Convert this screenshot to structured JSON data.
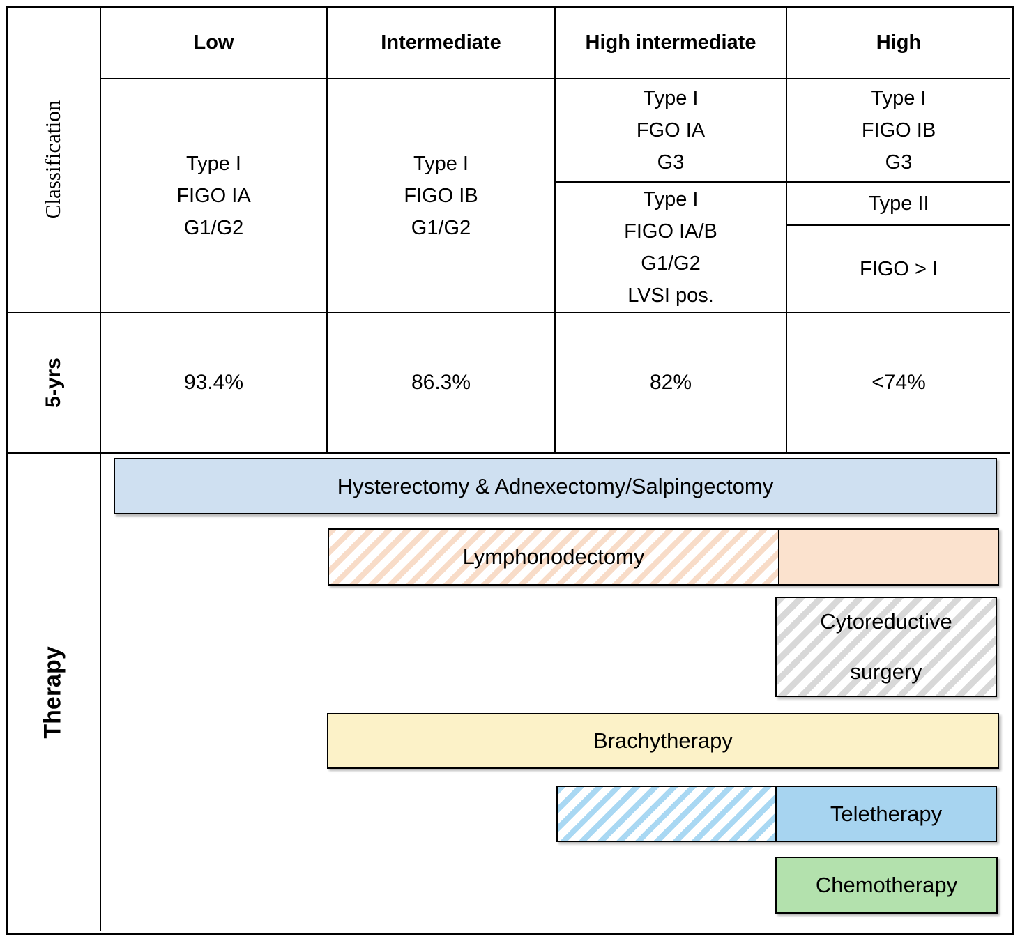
{
  "figure": {
    "corner_label": "Classification",
    "row_labels": {
      "survival": "5-yrs",
      "therapy": "Therapy"
    },
    "risk_groups": [
      {
        "header": "Low",
        "classification": "Type I\nFIGO IA\nG1/G2",
        "survival_5yr": "93.4%"
      },
      {
        "header": "Intermediate",
        "classification": "Type I\nFIGO IB\nG1/G2",
        "survival_5yr": "86.3%"
      },
      {
        "header": "High intermediate",
        "classification_top": "Type I\nFGO IA\nG3",
        "classification_bottom": "Type I\nFIGO IA/B\nG1/G2\nLVSI pos.",
        "survival_5yr": "82%"
      },
      {
        "header": "High",
        "classification_top": "Type I\nFIGO IB\nG3",
        "classification_mid": "Type II",
        "classification_bottom": "FIGO > I",
        "survival_5yr": "<74%"
      }
    ],
    "therapy_bars": {
      "hysterectomy": {
        "label": "Hysterectomy & Adnexectomy/Salpingectomy",
        "fill": "#cfe0f1"
      },
      "lymphonodectomy": {
        "label": "Lymphonodectomy",
        "stripe": "#f8dcc8",
        "solid_fill": "#fbe2ce"
      },
      "cytoreductive": {
        "label": "Cytoreductive surgery",
        "stripe": "#d8d8d8"
      },
      "brachytherapy": {
        "label": "Brachytherapy",
        "fill": "#fcf2c8"
      },
      "teletherapy": {
        "label": "Teletherapy",
        "stripe": "#a9d8f3",
        "solid_fill": "#a7d4f0"
      },
      "chemotherapy": {
        "label": "Chemotherapy",
        "fill": "#b3e1ad"
      }
    }
  }
}
